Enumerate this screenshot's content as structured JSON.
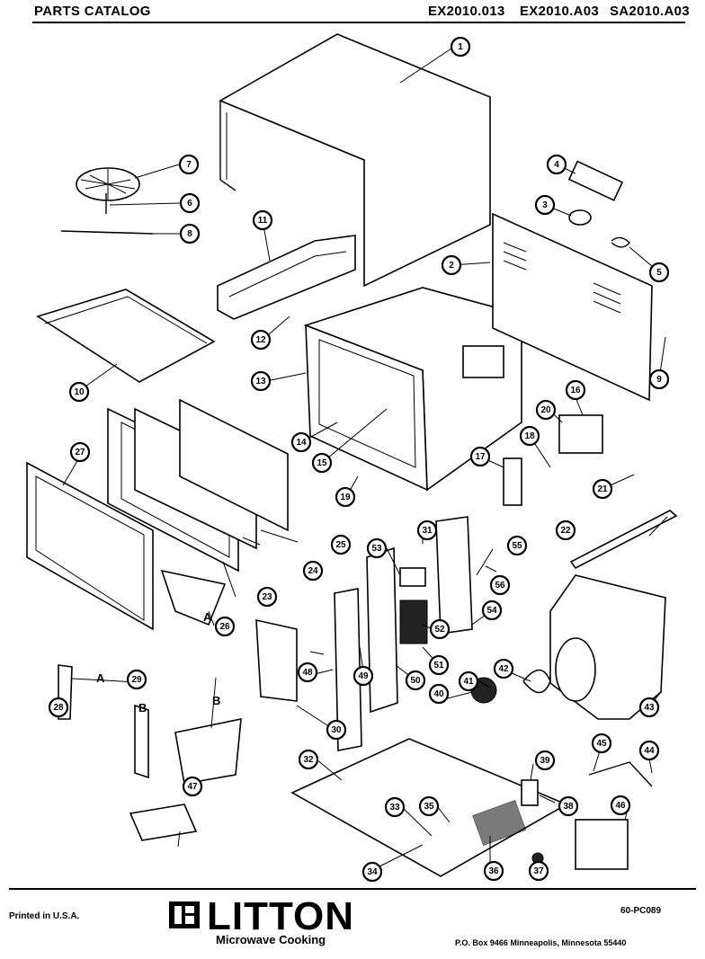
{
  "header": {
    "title": "PARTS CATALOG",
    "model1": "EX2010.013",
    "model2": "EX2010.A03",
    "model3": "SA2010.A03"
  },
  "footer": {
    "printed": "Printed in U.S.A.",
    "brand": "LITTON",
    "tagline": "Microwave Cooking",
    "doc_code": "60-PC089",
    "address": "P.O. Box 9466    Minneapolis, Minnesota 55440"
  },
  "letters": {
    "a": "A",
    "b": "B"
  },
  "callouts": [
    "1",
    "2",
    "3",
    "4",
    "5",
    "6",
    "7",
    "8",
    "9",
    "10",
    "11",
    "12",
    "13",
    "14",
    "15",
    "16",
    "17",
    "18",
    "19",
    "20",
    "21",
    "22",
    "23",
    "24",
    "25",
    "26",
    "27",
    "28",
    "29",
    "30",
    "31",
    "32",
    "33",
    "34",
    "35",
    "36",
    "37",
    "38",
    "39",
    "40",
    "41",
    "42",
    "43",
    "44",
    "45",
    "46",
    "47",
    "48",
    "49",
    "50",
    "51",
    "52",
    "53",
    "54",
    "55",
    "56"
  ]
}
